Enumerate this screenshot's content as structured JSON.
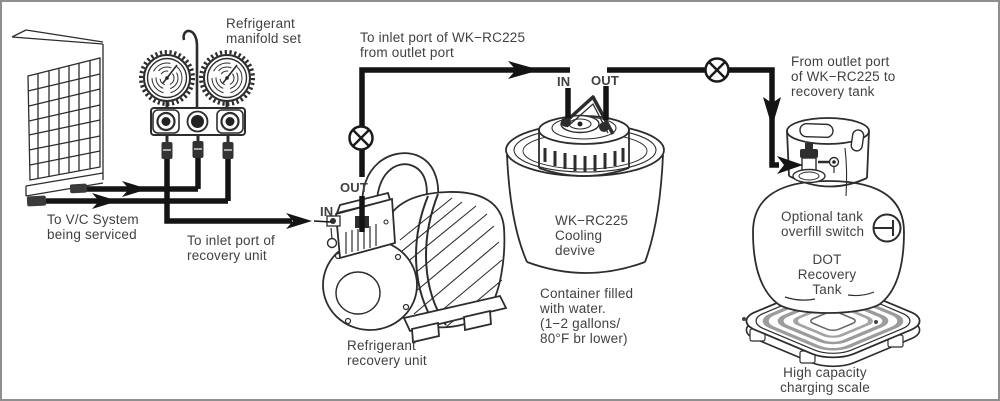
{
  "colors": {
    "ink": "#2d2d2d",
    "pipe": "#141414",
    "text": "#414141",
    "background": "#ffffff",
    "frame": "#8f8f8f"
  },
  "icons": {
    "valve": "circle-x-inline-valve",
    "overfill_switch": "circle-probe-switch",
    "hook": "hanger-hook",
    "flow_arrow": "solid-chevron-arrow",
    "gauge": "pressure-gauge-dial"
  },
  "labels": {
    "manifold_set": "Refrigerant\nmanifold set",
    "to_inlet_wk": "To inlet port of WK−RC225\nfrom outlet port",
    "from_outlet_wk": "From outlet port\nof WK−RC225 to\nrecovery tank",
    "to_vc_system": "To V/C System\nbeing serviced",
    "to_inlet_recovery": "To inlet port of\nrecovery unit",
    "cooler_in": "IN",
    "cooler_out": "OUT",
    "pump_out": "OUT",
    "pump_in": "IN",
    "cooling_device": "WK−RC225\nCooling\ndevive",
    "container_note": "Container filled\nwith water.\n(1−2 gallons/\n80°F br lower)",
    "recovery_unit": "Refrigerant\nrecovery unit",
    "overfill_switch": "Optional tank\noverfill switch",
    "dot_tank": "DOT Recovery\nTank",
    "charging_scale": "High capacity\ncharging scale"
  }
}
